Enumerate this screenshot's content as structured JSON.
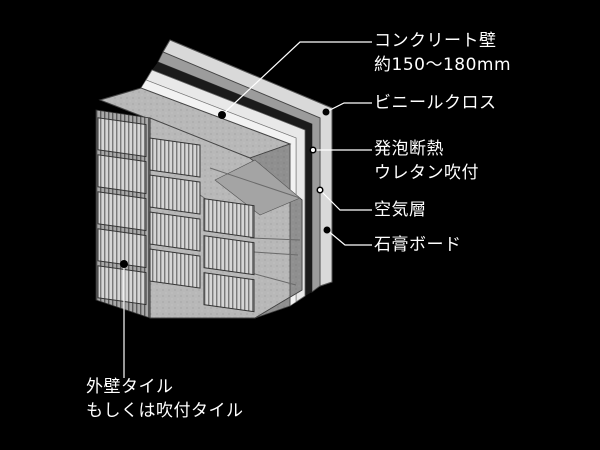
{
  "labels": {
    "concrete_wall": "コンクリート壁",
    "concrete_thickness": "約150〜180mm",
    "vinyl_cloth": "ビニールクロス",
    "foam_insulation_1": "発泡断熱",
    "foam_insulation_2": "ウレタン吹付",
    "air_layer": "空気層",
    "gypsum_board": "石膏ボード",
    "exterior_tile_1": "外壁タイル",
    "exterior_tile_2": "もしくは吹付タイル"
  },
  "colors": {
    "background": "#000000",
    "label": "#ffffff",
    "leader": "#ffffff",
    "concrete": "#b9b9b9",
    "tile": "#d8d8d8",
    "board": "#e6e6e6"
  }
}
